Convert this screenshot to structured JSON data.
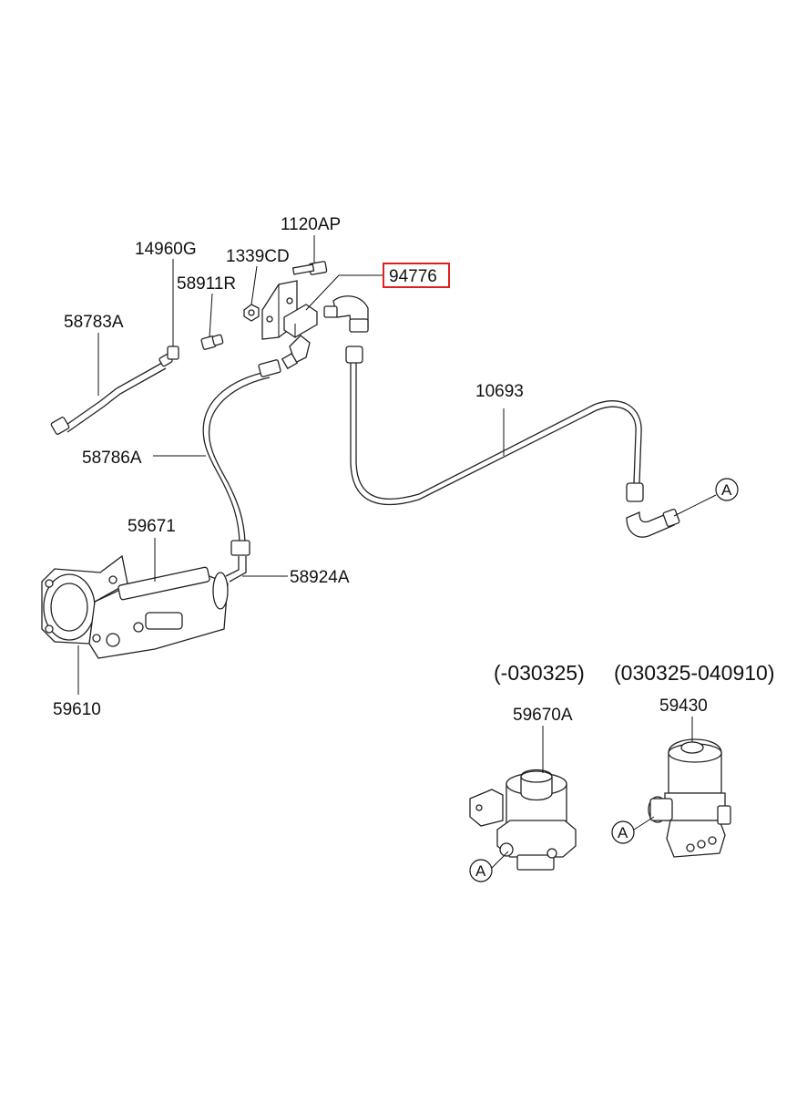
{
  "accent_color": "#e02020",
  "labels": {
    "p1120AP": "1120AP",
    "p14960G": "14960G",
    "p1339CD": "1339CD",
    "p58911R": "58911R",
    "p94776": "94776",
    "p58783A": "58783A",
    "p10693": "10693",
    "p58786A": "58786A",
    "p59671": "59671",
    "p58924A": "58924A",
    "p59610": "59610",
    "p59670A": "59670A",
    "p59430": "59430"
  },
  "variants": {
    "left_range": "(-030325)",
    "right_range": "(030325-040910)"
  },
  "connector_mark": "A",
  "highlighted_part": "94776",
  "icons": [
    "bolt-icon",
    "bracket-icon",
    "elbow-fitting-icon",
    "pipe-icon",
    "master-cylinder-icon",
    "solenoid-valve-icon"
  ]
}
